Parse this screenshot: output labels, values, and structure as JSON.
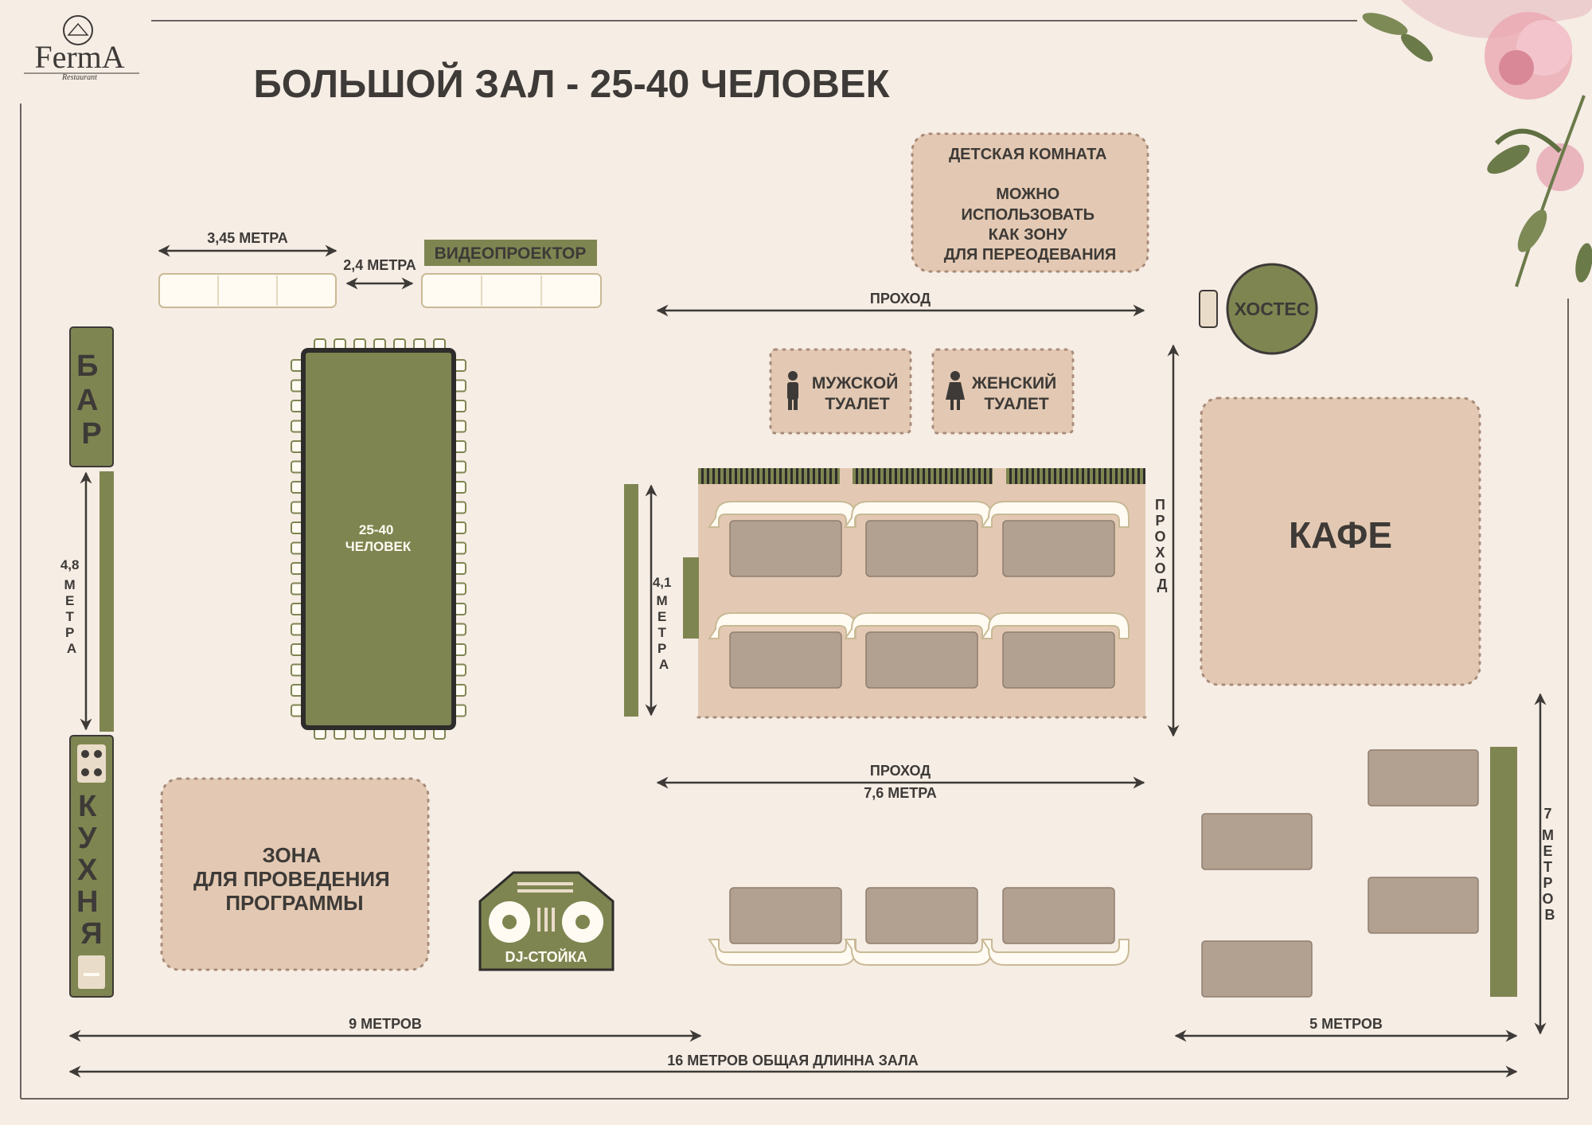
{
  "header": {
    "logo_text": "FermA",
    "logo_sub": "Restaurant",
    "title": "БОЛЬШОЙ ЗАЛ - 25-40 ЧЕЛОВЕК"
  },
  "zones": {
    "kids_room": [
      "ДЕТСКАЯ КОМНАТА",
      "",
      "МОЖНО",
      "ИСПОЛЬЗОВАТЬ",
      "КАК ЗОНУ",
      "ДЛЯ ПЕРЕОДЕВАНИЯ"
    ],
    "hostess": "ХОСТЕС",
    "videoprojector": "ВИДЕОПРОЕКТОР",
    "bar": [
      "Б",
      "А",
      "Р"
    ],
    "kitchen": [
      "К",
      "У",
      "Х",
      "Н",
      "Я"
    ],
    "main_table": [
      "25-40",
      "ЧЕЛОВЕК"
    ],
    "mens_toilet": [
      "МУЖСКОЙ",
      "ТУАЛЕТ"
    ],
    "womens_toilet": [
      "ЖЕНСКИЙ",
      "ТУАЛЕТ"
    ],
    "cafe": "КАФЕ",
    "program_zone": [
      "ЗОНА",
      "ДЛЯ ПРОВЕДЕНИЯ",
      "ПРОГРАММЫ"
    ],
    "dj": "DJ-СТОЙКА"
  },
  "dimensions": {
    "sofa_left": "3,45 МЕТРА",
    "gap": "2,4 МЕТРА",
    "passage_top": "ПРОХОД",
    "passage_vertical": [
      "П",
      "Р",
      "О",
      "Х",
      "О",
      "Д"
    ],
    "bar_kitchen": [
      "4,8",
      "М",
      "Е",
      "Т",
      "Р",
      "А"
    ],
    "booths": [
      "4,1",
      "М",
      "Е",
      "Т",
      "Р",
      "А"
    ],
    "passage_bottom": "ПРОХОД",
    "passage_bottom_len": "7,6 МЕТРА",
    "right_height": [
      "7",
      "М",
      "Е",
      "Т",
      "Р",
      "О",
      "В"
    ],
    "left_width": "9  МЕТРОВ",
    "right_width": "5  МЕТРОВ",
    "total": "16 МЕТРОВ  ОБЩАЯ ДЛИННА ЗАЛА"
  },
  "colors": {
    "background": "#f6ede5",
    "olive": "#7f8551",
    "beige": "#e3c9b3",
    "table": "#b2a090",
    "text": "#3d3a37"
  }
}
